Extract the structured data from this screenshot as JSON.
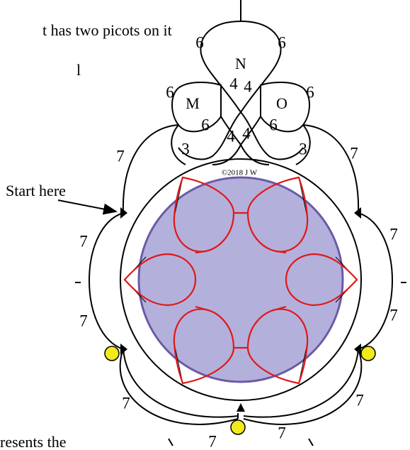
{
  "diagram": {
    "top_text": "t has two picots on it",
    "side_mark": "l",
    "start_label": "Start here",
    "bottom_text": "resents the",
    "copyright": "©2018 J W",
    "ring_letters": {
      "n": "N",
      "m": "M",
      "o": "O"
    },
    "ring_counts": {
      "n_left": "6",
      "n_right": "6",
      "n_inner_left": "4",
      "n_inner_right": "4",
      "m_outer": "6",
      "m_inner": "6",
      "o_outer": "6",
      "o_inner": "6",
      "low_left": "4",
      "low_right": "4"
    },
    "chain_counts": {
      "c_left_top": "3",
      "c_right_top": "3",
      "upper_left": "7",
      "upper_right": "7",
      "mid_left_upper": "7",
      "mid_right_upper": "7",
      "mid_left_lower": "7",
      "mid_right_lower": "7",
      "low_left": "7",
      "low_right": "7",
      "bottom_left": "7",
      "bottom_right": "7"
    },
    "colors": {
      "disc_fill": "#b4b0dc",
      "disc_stroke": "#6b5aa6",
      "inner_ring": "#e01818",
      "bead": "#f2ea1a",
      "thread": "#000000"
    }
  }
}
